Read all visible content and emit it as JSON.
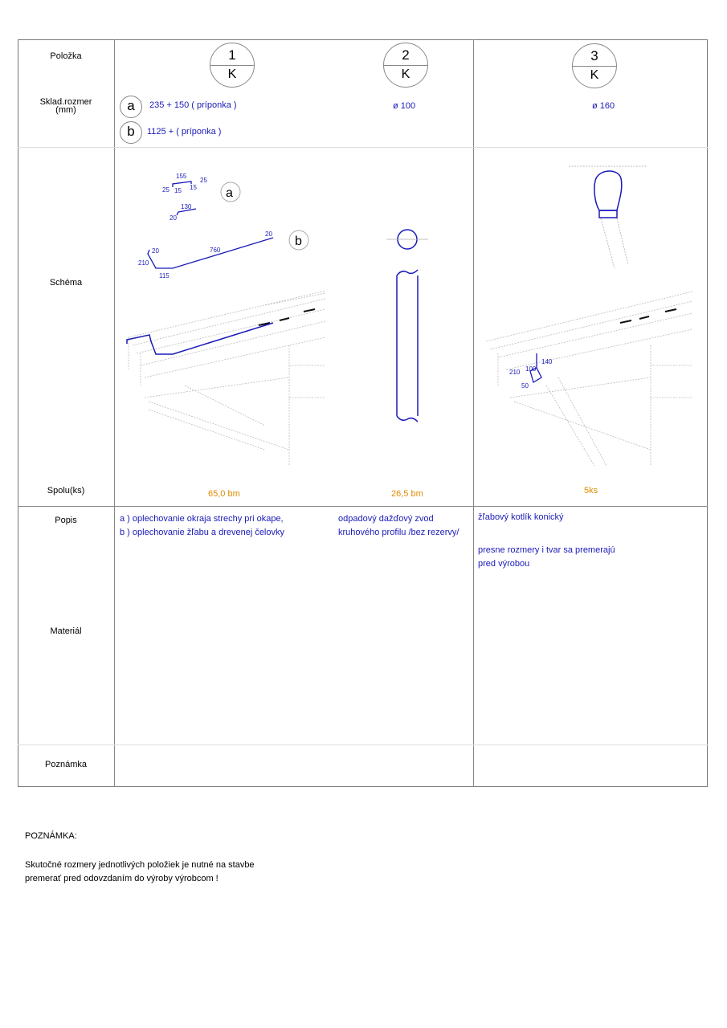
{
  "row_labels": {
    "polozka": "Položka",
    "sklad_rozmer_line1": "Sklad.rozmer",
    "sklad_rozmer_line2": "(mm)",
    "schema": "Schéma",
    "spolu": "Spolu(ks)",
    "popis": "Popis",
    "material": "Materiál",
    "poznamka": "Poznámka"
  },
  "items": [
    {
      "number": "1",
      "letter": "K",
      "dims": [
        {
          "tag": "a",
          "text": "235 + 150 ( príponka )"
        },
        {
          "tag": "b",
          "text": "1125 + ( príponka )"
        }
      ],
      "total": "65,0 bm",
      "desc": [
        "a ) oplechovanie okraja strechy pri okape,",
        "b ) oplechovanie žľabu a drevenej čelovky"
      ],
      "schema_a_labels": [
        "155",
        "25",
        "15",
        "15",
        "25",
        "130",
        "20"
      ],
      "schema_b_labels": [
        "20",
        "760",
        "20",
        "210",
        "115"
      ],
      "schema_tags": [
        "a",
        "b"
      ]
    },
    {
      "number": "2",
      "letter": "K",
      "dim": "ø 100",
      "total": "26,5 bm",
      "desc": [
        "odpadový dažďový zvod",
        "kruhového profilu /bez rezervy/"
      ]
    },
    {
      "number": "3",
      "letter": "K",
      "dim": "ø 160",
      "total": "5ks",
      "desc": [
        "žľabový kotlík konický",
        "",
        "presne rozmery i tvar sa premerajú",
        "pred výrobou"
      ],
      "schema_labels": [
        "210",
        "100",
        "140",
        "50"
      ]
    }
  ],
  "footer": {
    "title": "POZNÁMKA:",
    "line1": "Skutočné rozmery jednotlivých položiek je nutné na stavbe",
    "line2": "premerať pred odovzdaním do výroby výrobcom !"
  },
  "colors": {
    "blue": "#1a1ab8",
    "orange": "#e08a00",
    "grid": "#888888"
  }
}
